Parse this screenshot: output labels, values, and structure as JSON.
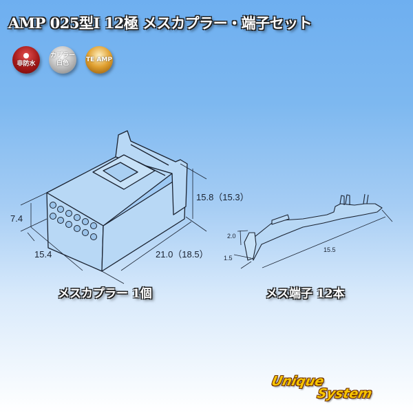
{
  "title": "AMP 025型I 12極 メスカプラー・端子セット",
  "badges": [
    {
      "icon": "sun-icon",
      "label": "非防水",
      "color": "#a31818"
    },
    {
      "label_line1": "カプラー",
      "label_line2": "白色",
      "color": "#c6c6c6"
    },
    {
      "label": "TE AMP",
      "color": "#e0a030"
    }
  ],
  "coupler_drawing": {
    "dimensions": {
      "height": "15.8（15.3）",
      "front_height": "7.4",
      "width": "15.4",
      "length": "21.0（18.5）"
    },
    "caption": "メスカプラー 1個"
  },
  "terminal_drawing": {
    "dimensions": {
      "height": "2.0",
      "width": "1.5",
      "length": "15.5"
    },
    "caption": "メス端子 12本"
  },
  "logo": {
    "line1": "Unique",
    "line2": "System"
  },
  "colors": {
    "bg_top": "#6eaff0",
    "bg_bottom": "#ffffff",
    "line": "#1a2230"
  }
}
